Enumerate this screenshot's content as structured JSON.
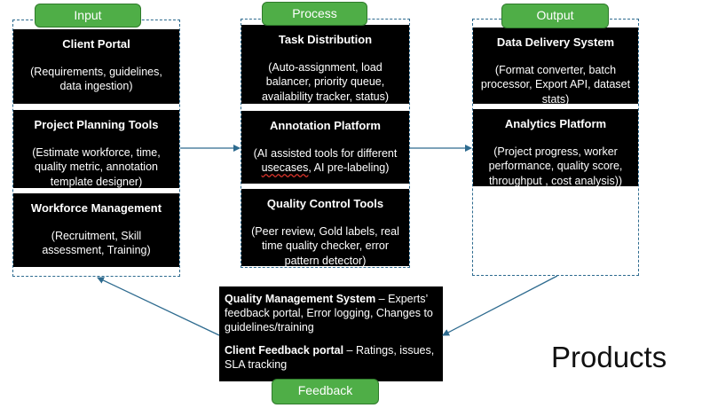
{
  "stages": {
    "input": "Input",
    "process": "Process",
    "output": "Output",
    "feedback": "Feedback"
  },
  "input_cards": [
    {
      "title": "Client Portal",
      "desc": "(Requirements, guidelines, data ingestion)"
    },
    {
      "title": "Project Planning Tools",
      "desc": "(Estimate workforce, time, quality metric, annotation template designer)"
    },
    {
      "title": "Workforce Management",
      "desc": "(Recruitment, Skill assessment, Training)"
    }
  ],
  "process_cards": [
    {
      "title": "Task Distribution",
      "desc": "(Auto-assignment, load balancer, priority queue, availability tracker, status)"
    },
    {
      "title": "Annotation Platform",
      "desc_pre": "(AI assisted tools for different ",
      "desc_spell": "usecases",
      "desc_post": ", AI pre-labeling)"
    },
    {
      "title": "Quality Control Tools",
      "desc": "(Peer review, Gold labels, real time quality checker, error pattern detector)"
    }
  ],
  "output_cards": [
    {
      "title": "Data Delivery System",
      "desc": "(Format converter, batch processor, Export API, dataset stats)"
    },
    {
      "title": "Analytics Platform",
      "desc": "(Project progress, worker performance, quality score, throughput , cost analysis))"
    }
  ],
  "feedback_items": [
    {
      "title": "Quality Management System",
      "desc": " – Experts’ feedback portal, Error logging, Changes to guidelines/training"
    },
    {
      "title": "Client Feedback portal",
      "desc": " – Ratings, issues, SLA tracking"
    }
  ],
  "products_label": "Products",
  "colors": {
    "pill_green": "#4fae47",
    "card_black": "#000000",
    "dashed_border": "#2e6b8f",
    "arrow": "#2e6b8f"
  }
}
